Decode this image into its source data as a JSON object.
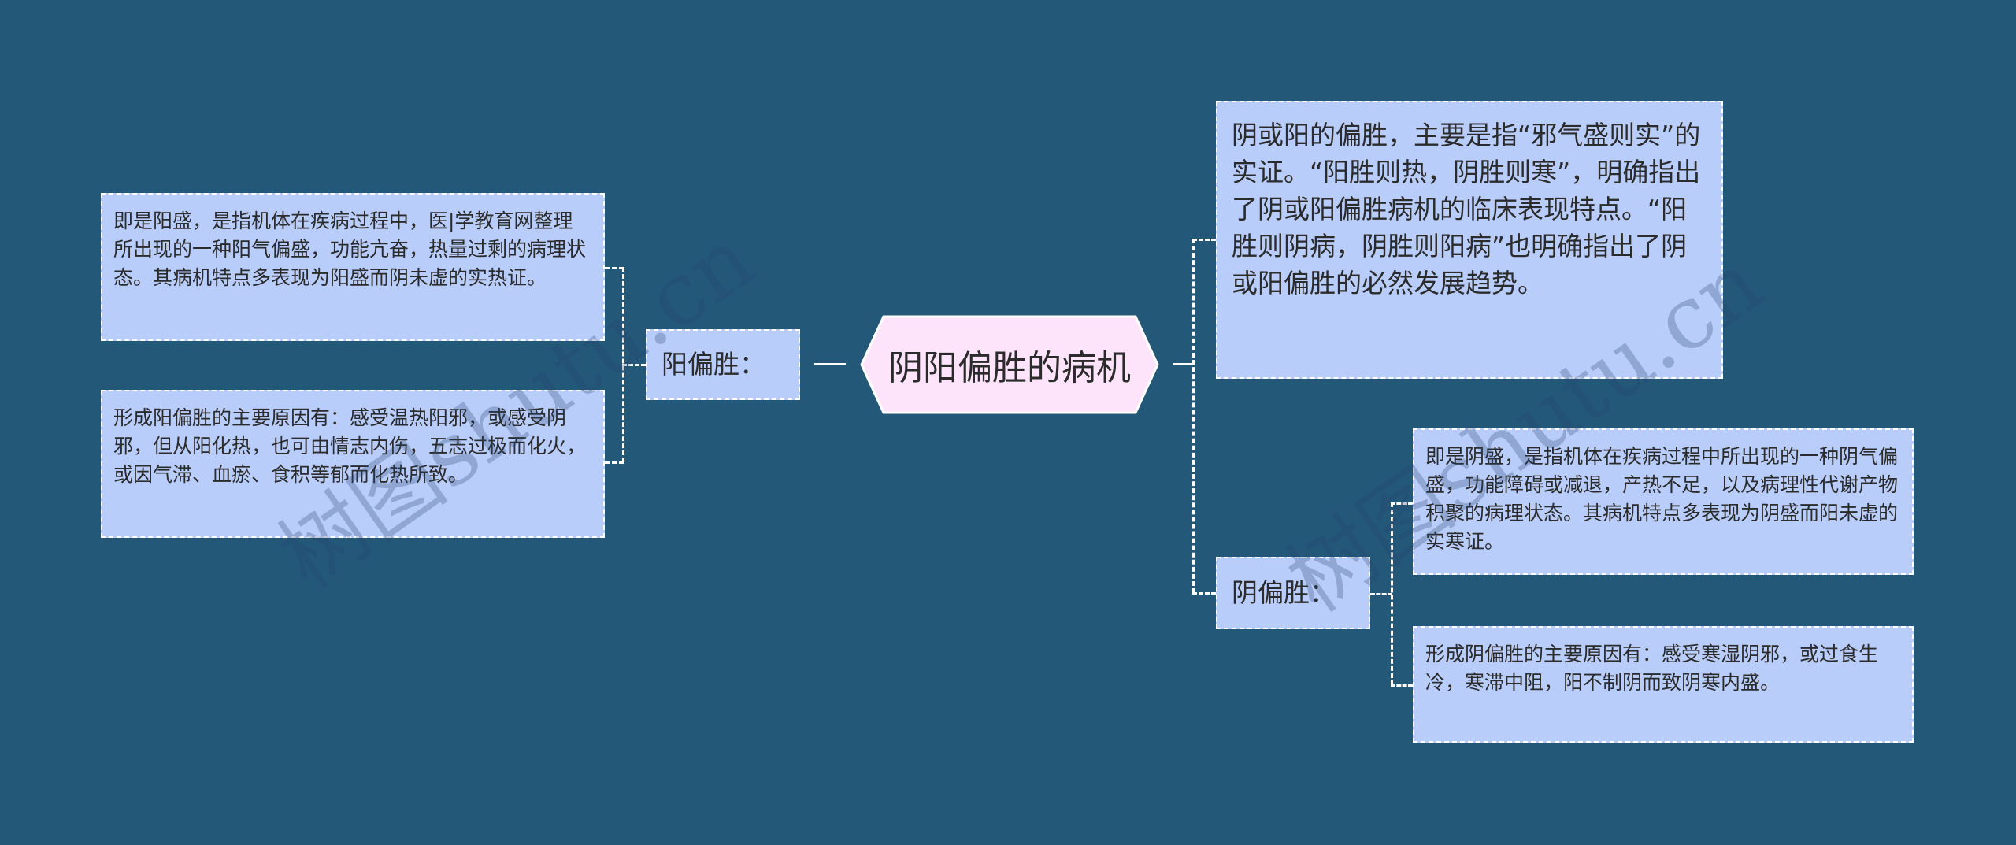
{
  "root": {
    "label": "阴阳偏胜的病机"
  },
  "left_branch": {
    "label": "阳偏胜：",
    "children": [
      {
        "text": "即是阳盛，是指机体在疾病过程中，医|学教育网整理所出现的一种阳气偏盛，功能亢奋，热量过剩的病理状态。其病机特点多表现为阳盛而阴未虚的实热证。"
      },
      {
        "text": "形成阳偏胜的主要原因有：感受温热阳邪，或感受阴邪，但从阳化热，也可由情志内伤，五志过极而化火，或因气滞、血瘀、食积等郁而化热所致。"
      }
    ]
  },
  "right_branches": [
    {
      "text": "阴或阳的偏胜，主要是指“邪气盛则实”的实证。“阳胜则热，阴胜则寒”，明确指出了阴或阳偏胜病机的临床表现特点。“阳胜则阴病，阴胜则阳病”也明确指出了阴或阳偏胜的必然发展趋势。"
    },
    {
      "label": "阴偏胜：",
      "children": [
        {
          "text": "即是阴盛，是指机体在疾病过程中所出现的一种阴气偏盛，功能障碍或减退，产热不足，以及病理性代谢产物积聚的病理状态。其病机特点多表现为阴盛而阳未虚的实寒证。"
        },
        {
          "text": "形成阴偏胜的主要原因有：感受寒湿阴邪，或过食生冷，寒滞中阻，阳不制阴而致阴寒内盛。"
        }
      ]
    }
  ],
  "watermarks": [
    "树图shutu.cn",
    "树图shutu.cn"
  ],
  "colors": {
    "background": "#235879",
    "node_fill": "#b9cdfb",
    "root_fill": "#fde4fb",
    "connector": "#ffffff"
  }
}
